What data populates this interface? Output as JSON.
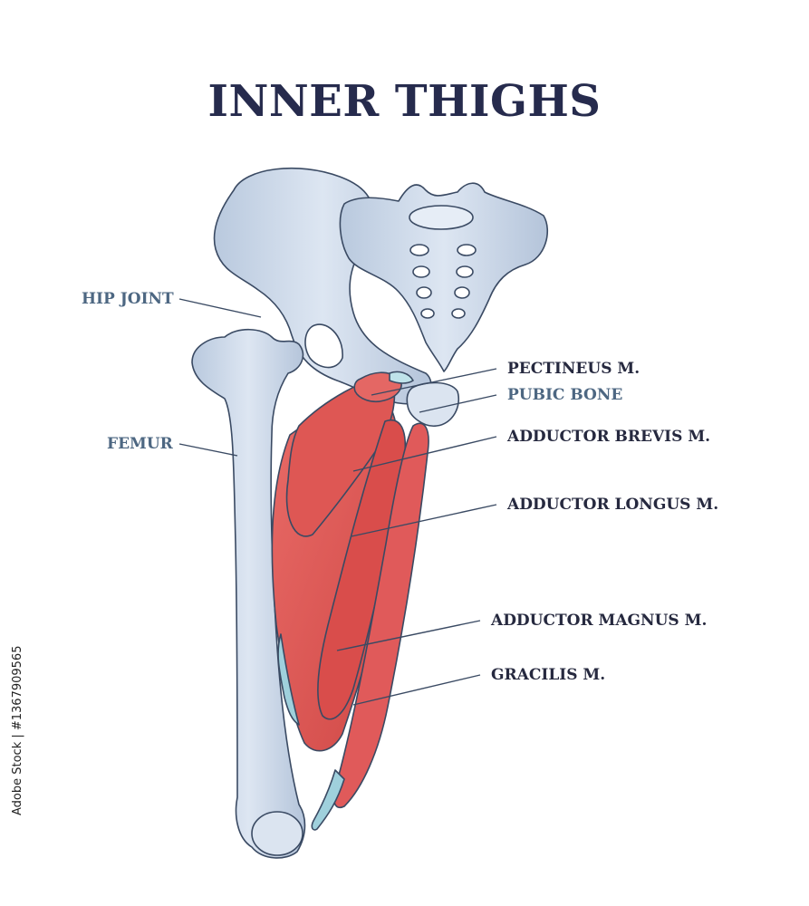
{
  "title": "INNER THIGHS",
  "labels": {
    "hip_joint": "HIP JOINT",
    "femur": "FEMUR",
    "pectineus": "PECTINEUS M.",
    "pubic_bone": "PUBIC BONE",
    "adductor_brevis": "ADDUCTOR BREVIS M.",
    "adductor_longus": "ADDUCTOR LONGUS M.",
    "adductor_magnus": "ADDUCTOR MAGNUS M.",
    "gracilis": "GRACILIS M."
  },
  "stock_id": "Adobe Stock | #1367909565",
  "colors": {
    "bone": "#cdd9e9",
    "bone_shade": "#aebfd6",
    "muscle": "#e05a5a",
    "muscle_dark": "#c8403f",
    "tendon": "#9fd0dc",
    "outline": "#3a4a63",
    "title": "#262b4d",
    "label_blue": "#4d6782"
  }
}
